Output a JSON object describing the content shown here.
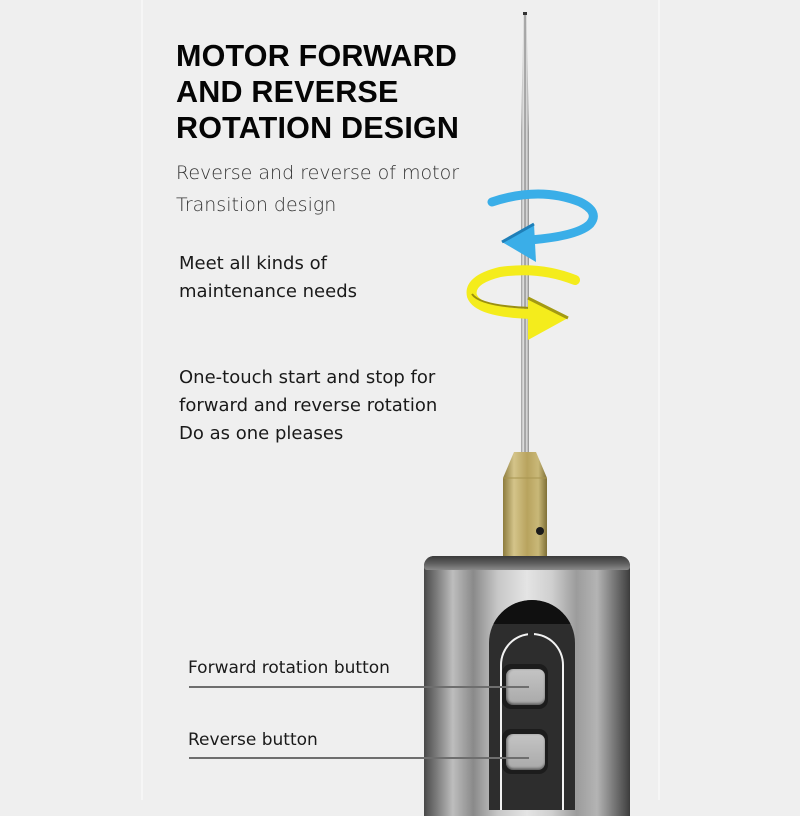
{
  "headline": {
    "lines": [
      "MOTOR FORWARD",
      "AND REVERSE",
      "ROTATION DESIGN"
    ]
  },
  "subtext": {
    "lines": [
      "Reverse and reverse of motor",
      "Transition design"
    ]
  },
  "features": [
    {
      "lines": [
        "Meet all kinds of",
        "maintenance needs"
      ]
    },
    {
      "lines": [
        "One-touch start and stop for",
        "forward and reverse rotation",
        "Do as one pleases"
      ]
    }
  ],
  "callouts": {
    "forward_button": "Forward rotation button",
    "reverse_button": "Reverse button"
  },
  "icons": {
    "reverse_arrow": "counterclockwise-rotation-arrow",
    "forward_arrow": "clockwise-rotation-arrow"
  },
  "colors": {
    "background": "#efefef",
    "reverse_arrow": "#3aaee8",
    "forward_arrow": "#f4ec1c",
    "collet_brass": "#b8a35e",
    "body_metal": "#bdbdbd",
    "panel": "#2d2d2d"
  }
}
